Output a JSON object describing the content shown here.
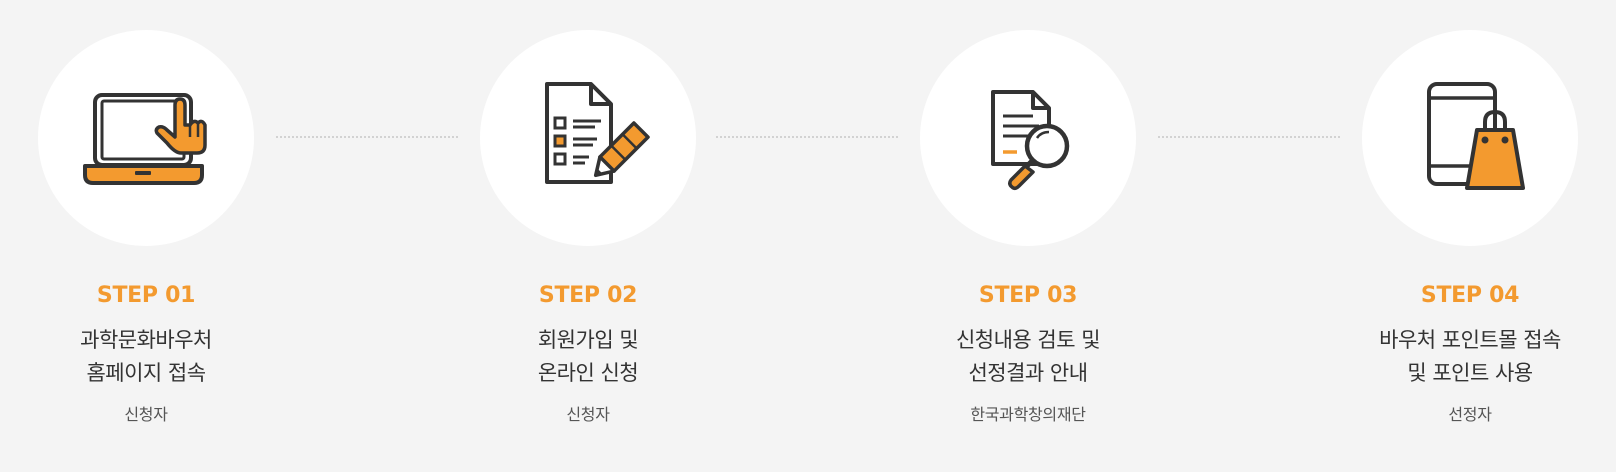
{
  "colors": {
    "accent": "#f39a2f",
    "background": "#f4f4f4",
    "circle": "#ffffff",
    "line": "#d2d2d2",
    "icon_stroke": "#333333"
  },
  "steps": [
    {
      "icon": "laptop-touch-icon",
      "label": "STEP 01",
      "title_line1": "과학문화바우처",
      "title_line2": "홈페이지 접속",
      "actor": "신청자"
    },
    {
      "icon": "application-form-pencil-icon",
      "label": "STEP 02",
      "title_line1": "회원가입 및",
      "title_line2": "온라인 신청",
      "actor": "신청자"
    },
    {
      "icon": "document-search-icon",
      "label": "STEP 03",
      "title_line1": "신청내용 검토 및",
      "title_line2": "선정결과 안내",
      "actor": "한국과학창의재단"
    },
    {
      "icon": "mobile-shopping-bag-icon",
      "label": "STEP 04",
      "title_line1": "바우처 포인트몰 접속",
      "title_line2": "및 포인트 사용",
      "actor": "선정자"
    }
  ]
}
